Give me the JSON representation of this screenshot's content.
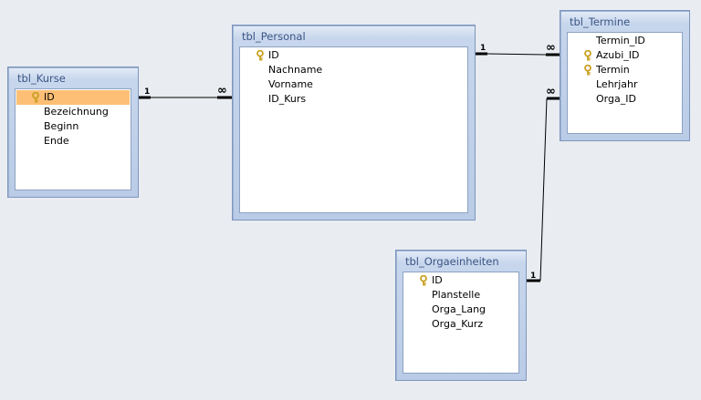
{
  "tables": {
    "kurse": {
      "title": "tbl_Kurse",
      "fields": [
        {
          "name": "ID",
          "key": true,
          "selected": true
        },
        {
          "name": "Bezeichnung",
          "key": false
        },
        {
          "name": "Beginn",
          "key": false
        },
        {
          "name": "Ende",
          "key": false
        }
      ]
    },
    "personal": {
      "title": "tbl_Personal",
      "fields": [
        {
          "name": "ID",
          "key": true
        },
        {
          "name": "Nachname",
          "key": false
        },
        {
          "name": "Vorname",
          "key": false
        },
        {
          "name": "ID_Kurs",
          "key": false
        }
      ]
    },
    "termine": {
      "title": "tbl_Termine",
      "fields": [
        {
          "name": "Termin_ID",
          "key": false
        },
        {
          "name": "Azubi_ID",
          "key": true
        },
        {
          "name": "Termin",
          "key": true
        },
        {
          "name": "Lehrjahr",
          "key": false
        },
        {
          "name": "Orga_ID",
          "key": false
        }
      ]
    },
    "orga": {
      "title": "tbl_Orgaeinheiten",
      "fields": [
        {
          "name": "ID",
          "key": true
        },
        {
          "name": "Planstelle",
          "key": false
        },
        {
          "name": "Orga_Lang",
          "key": false
        },
        {
          "name": "Orga_Kurz",
          "key": false
        }
      ]
    }
  },
  "relationships": {
    "one": "1",
    "many": "∞"
  },
  "colors": {
    "selection": "#fdbf75",
    "title_text": "#3b5585",
    "key_icon": "#c8a020"
  }
}
